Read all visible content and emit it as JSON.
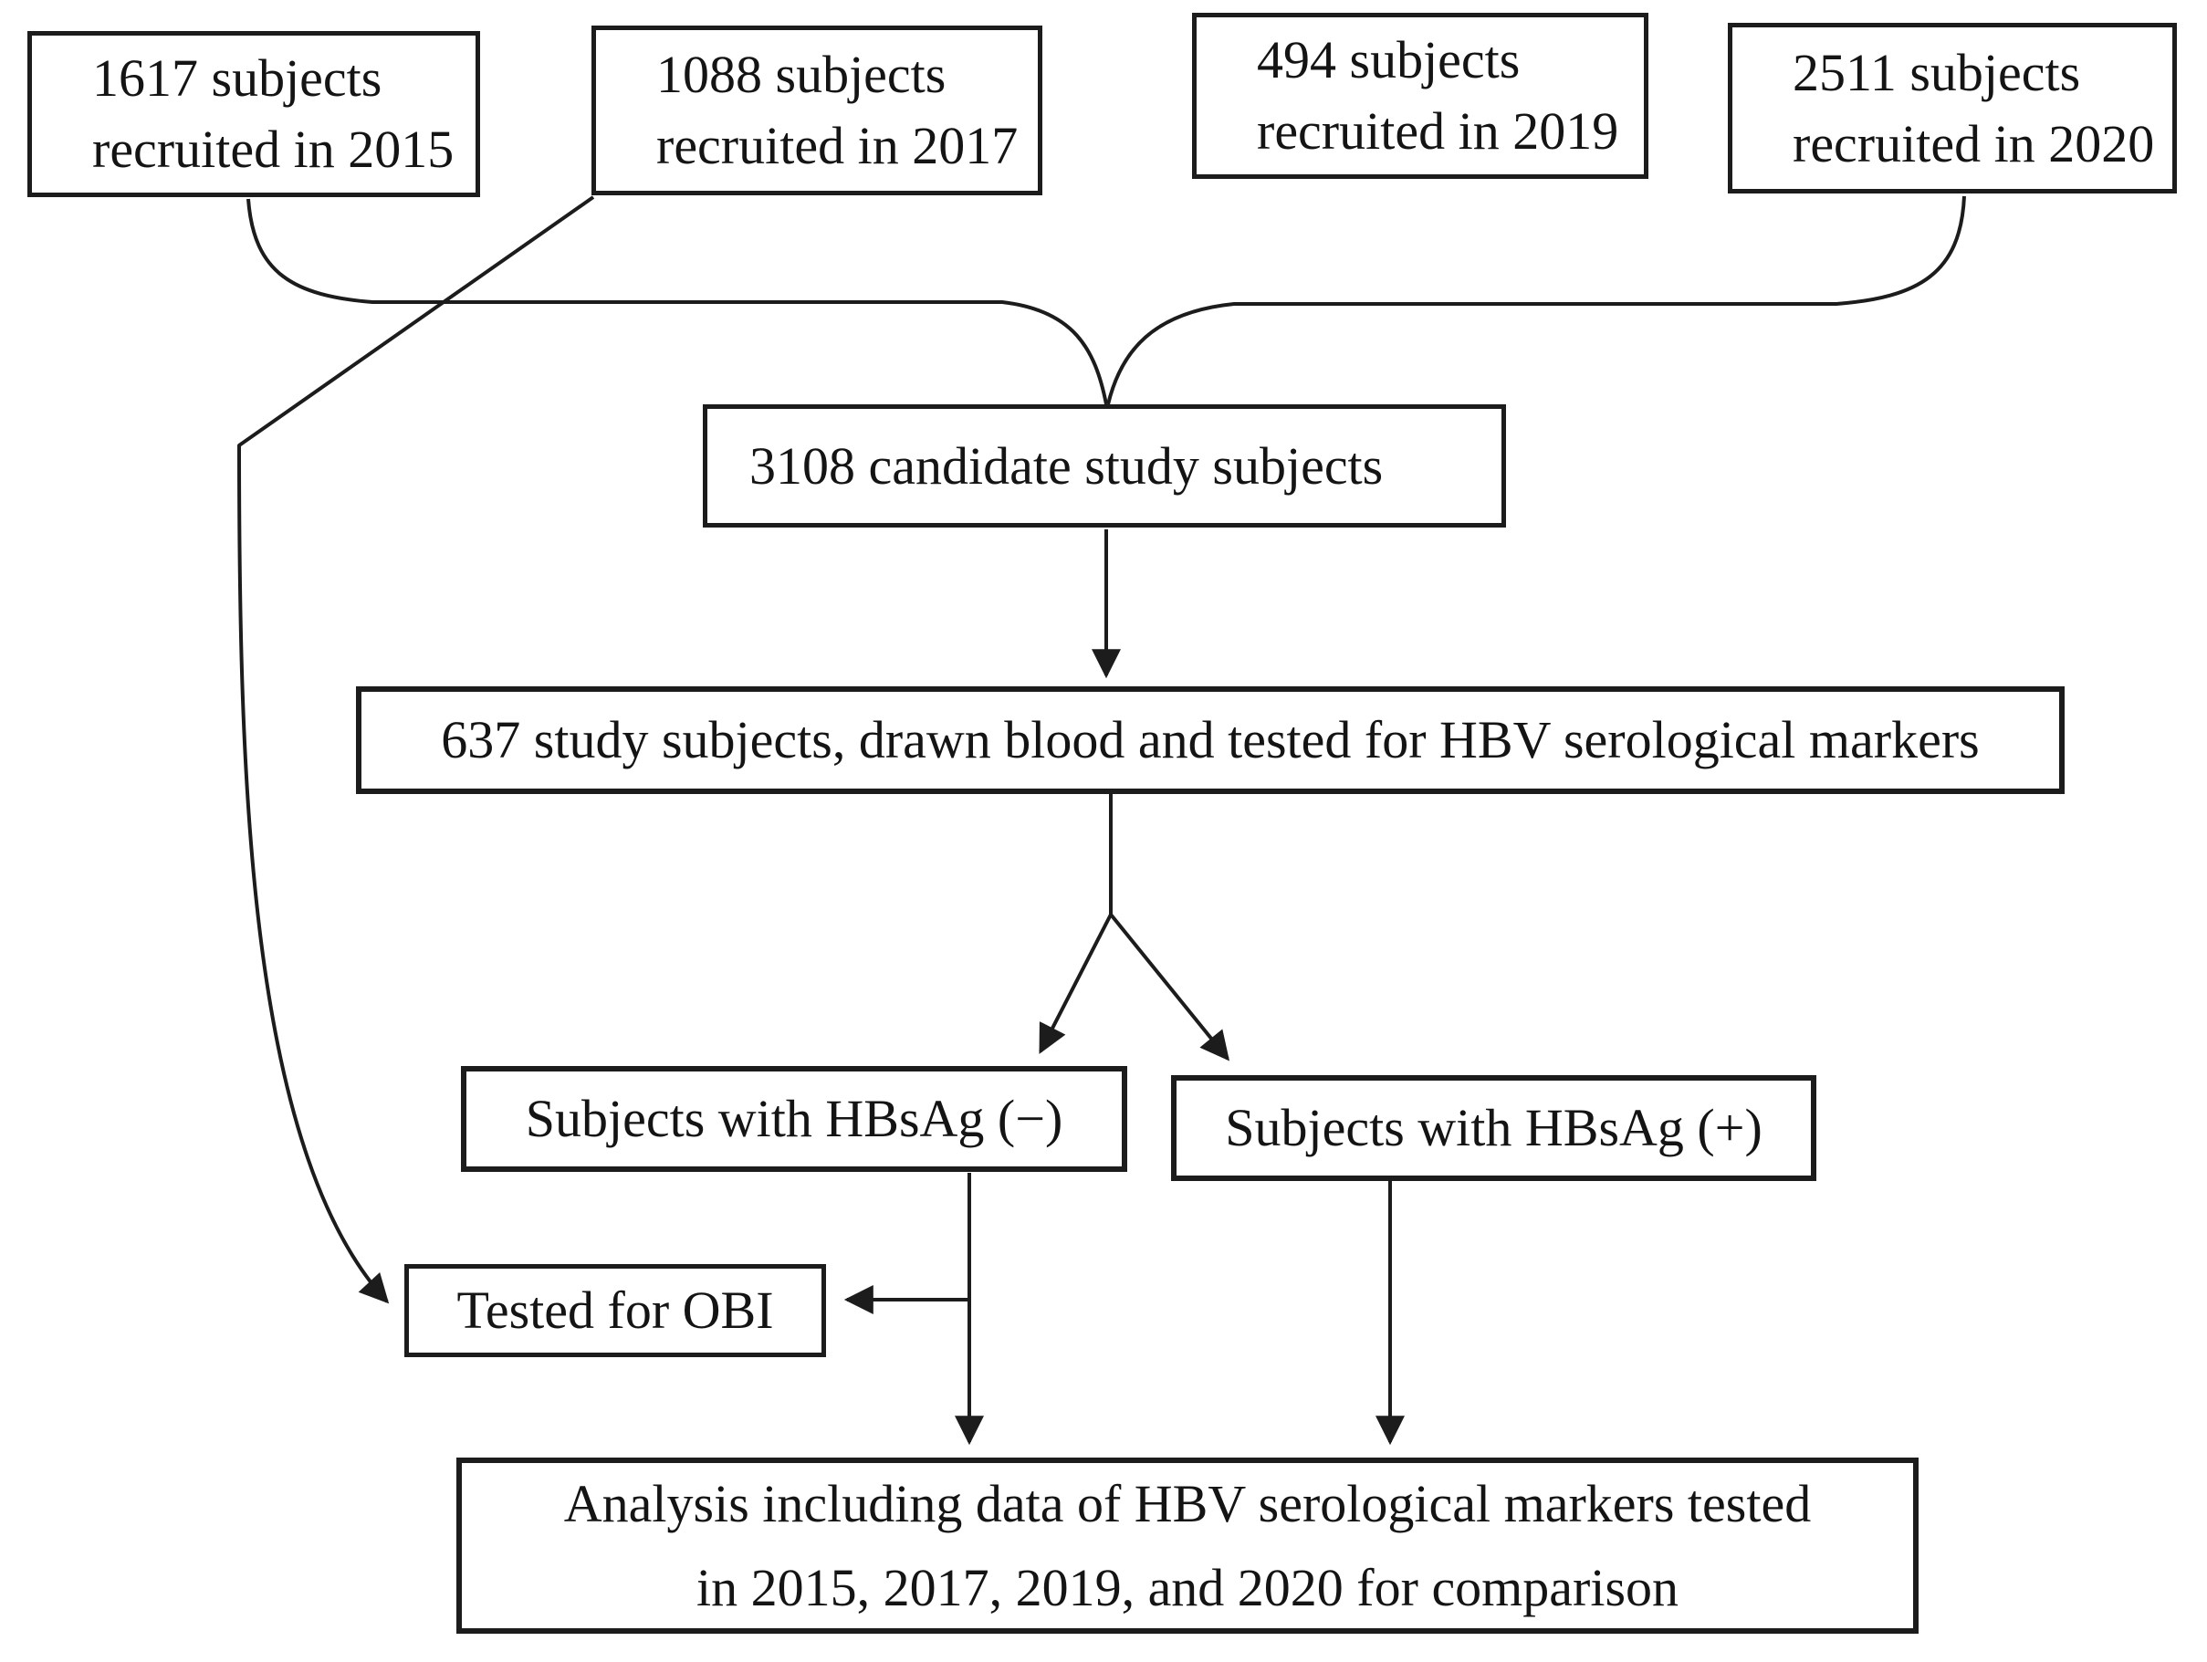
{
  "figure_type": "study-flow-diagram",
  "colors": {
    "background": "#ffffff",
    "line": "#1c1c1c",
    "box_border": "#1c1c1c",
    "text": "#141414"
  },
  "boxes": {
    "recruit_2015": {
      "line1": "1617 subjects",
      "line2": "recruited in 2015"
    },
    "recruit_2017": {
      "line1": "1088 subjects",
      "line2": "recruited in 2017"
    },
    "recruit_2019": {
      "line1": "494 subjects",
      "line2": "recruited in 2019"
    },
    "recruit_2020": {
      "line1": "2511 subjects",
      "line2": "recruited in 2020"
    },
    "candidates": {
      "line1": "3108 candidate study subjects"
    },
    "tested_637": {
      "line1": "637 study subjects, drawn blood and tested for HBV serological markers"
    },
    "hbsag_negative": {
      "line1": "Subjects with HBsAg (−)"
    },
    "hbsag_positive": {
      "line1": "Subjects with HBsAg (+)"
    },
    "tested_obi": {
      "line1": "Tested for OBI"
    },
    "analysis": {
      "line1": "Analysis including data of HBV serological markers tested",
      "line2": "in 2015, 2017, 2019, and 2020 for comparison"
    }
  }
}
